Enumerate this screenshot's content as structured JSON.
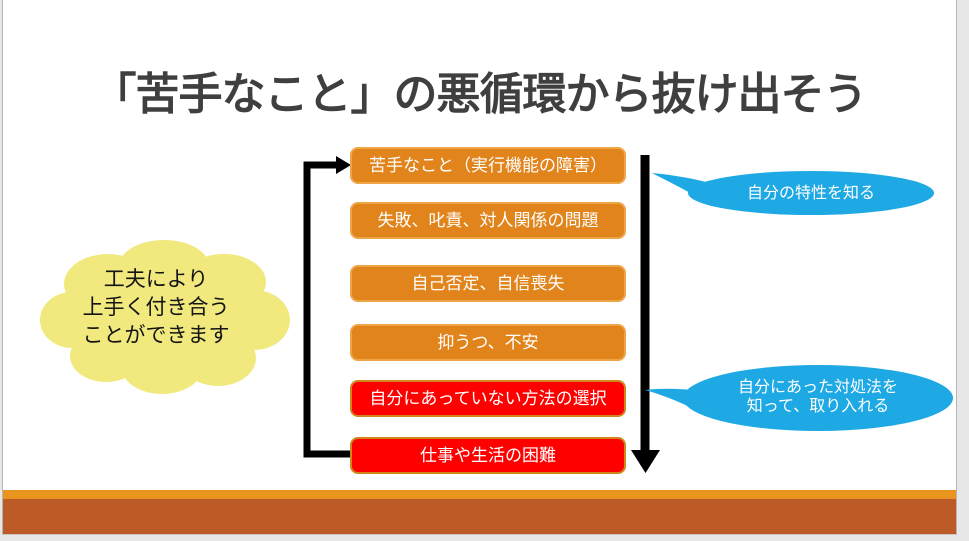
{
  "slide": {
    "title": "「苦手なこと」の悪循環から抜け出そう",
    "flow_boxes": [
      {
        "label": "苦手なこと（実行機能の障害）",
        "style": "orange"
      },
      {
        "label": "失敗、叱責、対人関係の問題",
        "style": "orange"
      },
      {
        "label": "自己否定、自信喪失",
        "style": "orange"
      },
      {
        "label": "抑うつ、不安",
        "style": "orange"
      },
      {
        "label": "自分にあっていない方法の選択",
        "style": "red"
      },
      {
        "label": "仕事や生活の困難",
        "style": "red"
      }
    ],
    "cloud_callout": {
      "text": "工夫により\n上手く付き合う\nことができます"
    },
    "bubble_know_traits": {
      "text": "自分の特性を知る"
    },
    "bubble_coping": {
      "text": "自分にあった対処法を\n知って、取り入れる"
    },
    "colors": {
      "box_orange": "#E2841C",
      "box_orange_border": "#EFA447",
      "box_red": "#FF0000",
      "box_red_border": "#D0861A",
      "bubble_blue": "#1FA9E4",
      "cloud_yellow": "#F1E97E",
      "arrow_black": "#000000",
      "footer_strip_orange": "#E8941E",
      "footer_bar_terracotta": "#BC5B28",
      "title_gray": "#3F3F3F"
    }
  }
}
